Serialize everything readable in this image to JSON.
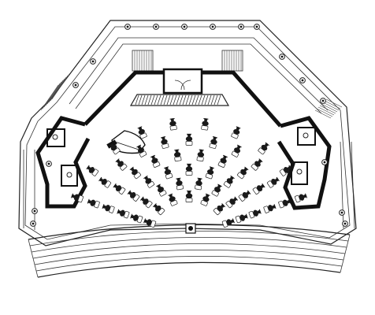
{
  "drawing": {
    "kind": "concert-hall-floor-plan",
    "colors": {
      "paper": "#ffffff",
      "ink": "#111111",
      "line": "#333333"
    },
    "orchestra_rows": [
      10,
      11,
      10,
      9,
      8,
      7
    ]
  }
}
